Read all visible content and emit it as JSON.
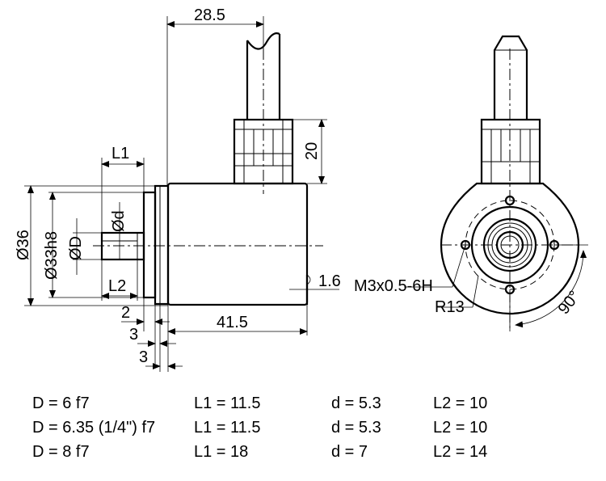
{
  "dimensions": {
    "cable_offset": "28.5",
    "shaft_length_l1": "L1",
    "gland_height": "20",
    "outer_diameter": "Ø36",
    "pilot_diameter": "Ø33h8",
    "shaft_diameter": "ØD",
    "flat_diameter": "Ød",
    "flat_length_l2": "L2",
    "flange_2": "2",
    "flange_3a": "3",
    "flange_3b": "3",
    "body_length": "41.5",
    "body_offset_16": "1.6",
    "thread": "M3x0.5-6H",
    "bolt_radius": "R13",
    "angle": "90°"
  },
  "variants_table": [
    {
      "D": "D = 6 f7",
      "L1": "L1 = 11.5",
      "d": "d = 5.3",
      "L2": "L2 = 10"
    },
    {
      "D": "D = 6.35 (1/4\") f7",
      "L1": "L1 = 11.5",
      "d": "d = 5.3",
      "L2": "L2 = 10"
    },
    {
      "D": "D = 8 f7",
      "L1": "L1 = 18",
      "d": "d = 7",
      "L2": "L2 = 14"
    }
  ]
}
